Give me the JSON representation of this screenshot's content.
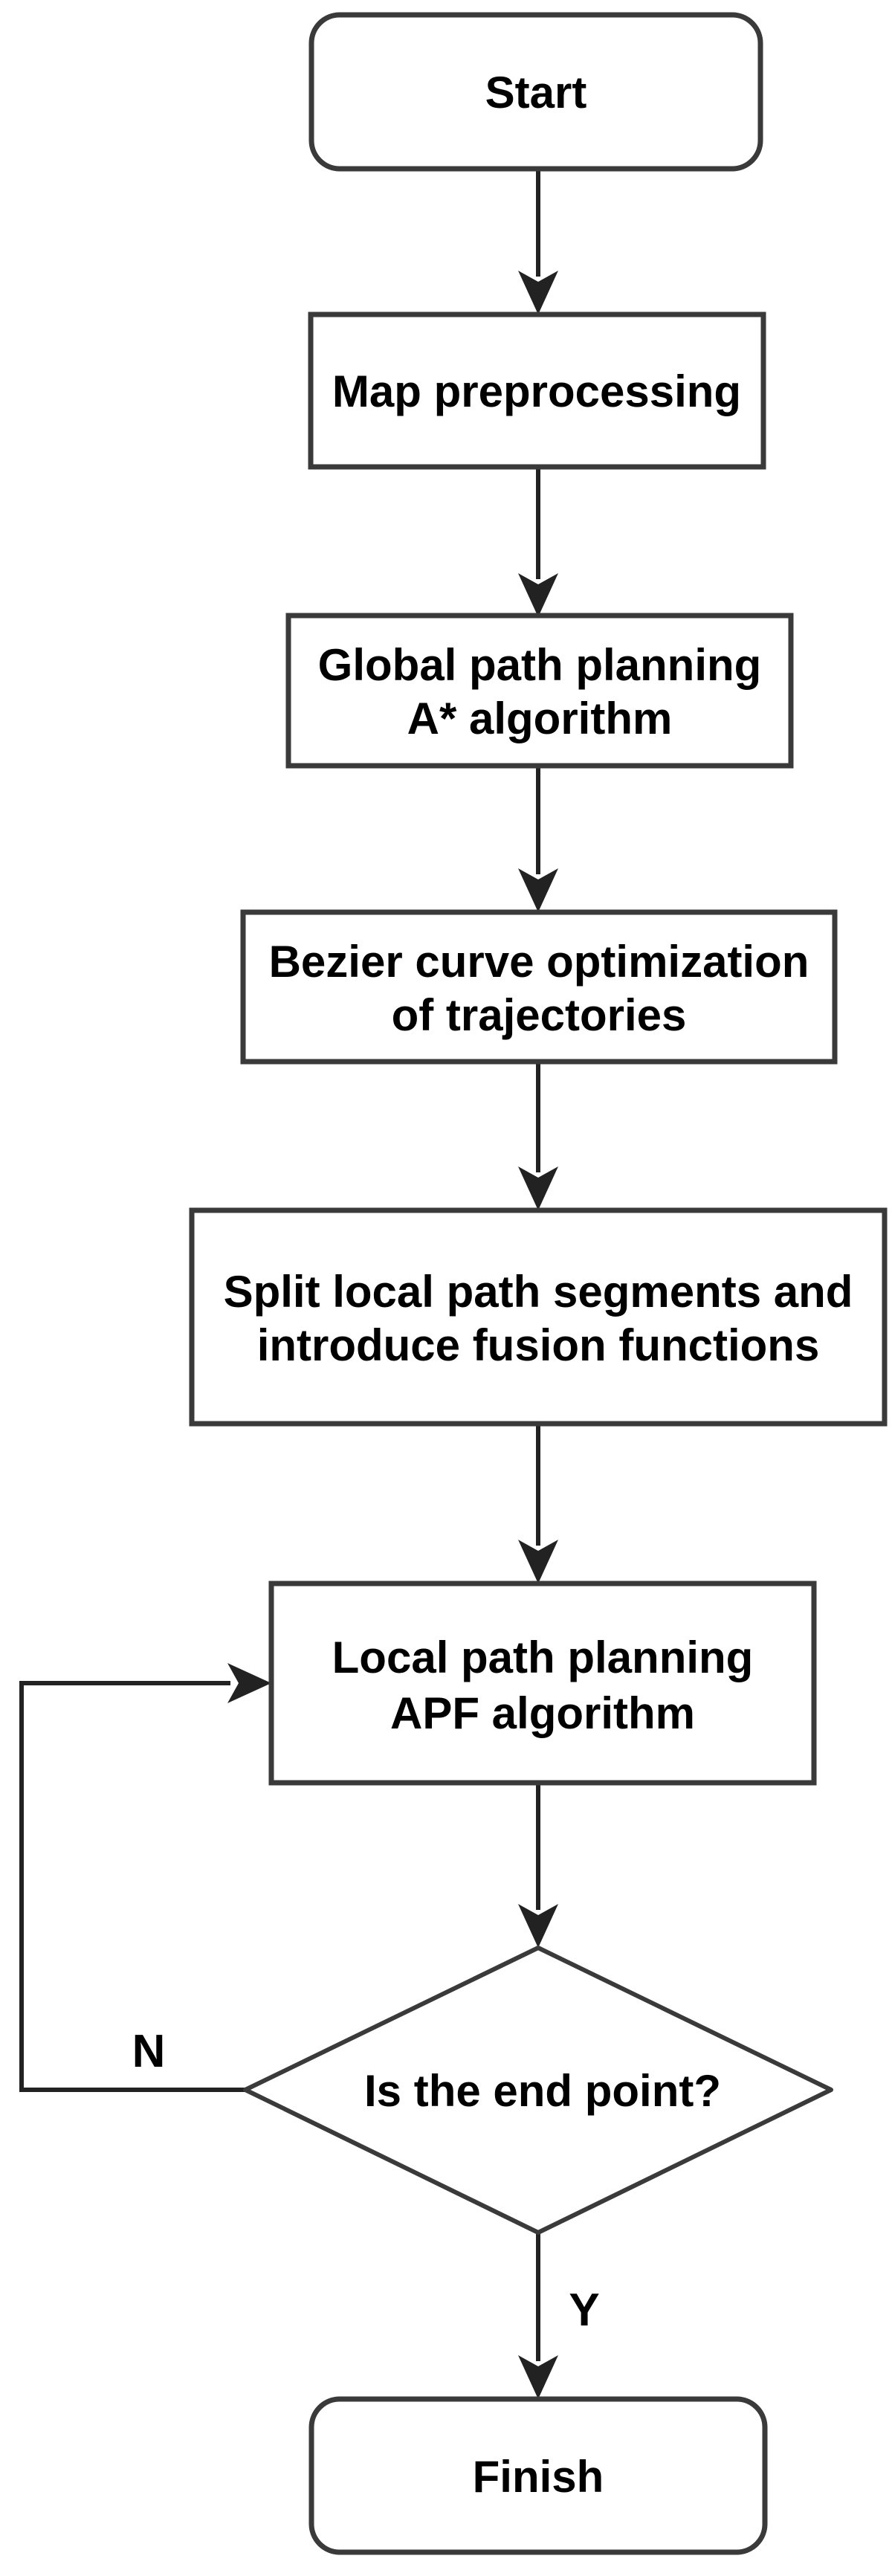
{
  "flowchart": {
    "colors": {
      "background": "#ffffff",
      "shape_fill": "#ffffff",
      "shape_stroke": "#3a3a3a",
      "arrow_color": "#222222",
      "text_color": "#000000"
    },
    "nodes": [
      {
        "id": "start",
        "type": "terminator",
        "lines": [
          "Start"
        ]
      },
      {
        "id": "map-preprocessing",
        "type": "process",
        "lines": [
          "Map preprocessing"
        ]
      },
      {
        "id": "global-path-planning",
        "type": "process",
        "lines": [
          "Global path planning",
          "A* algorithm"
        ]
      },
      {
        "id": "bezier-optimization",
        "type": "process",
        "lines": [
          "Bezier curve optimization",
          "of trajectories"
        ]
      },
      {
        "id": "split-segments",
        "type": "process",
        "lines": [
          "Split local path segments and",
          "introduce fusion functions"
        ]
      },
      {
        "id": "local-path-planning",
        "type": "process",
        "lines": [
          "Local path planning",
          "APF algorithm"
        ]
      },
      {
        "id": "end-point-decision",
        "type": "decision",
        "lines": [
          "Is the end point?"
        ]
      },
      {
        "id": "finish",
        "type": "terminator",
        "lines": [
          "Finish"
        ]
      }
    ],
    "edge_labels": {
      "no": "N",
      "yes": "Y"
    }
  }
}
